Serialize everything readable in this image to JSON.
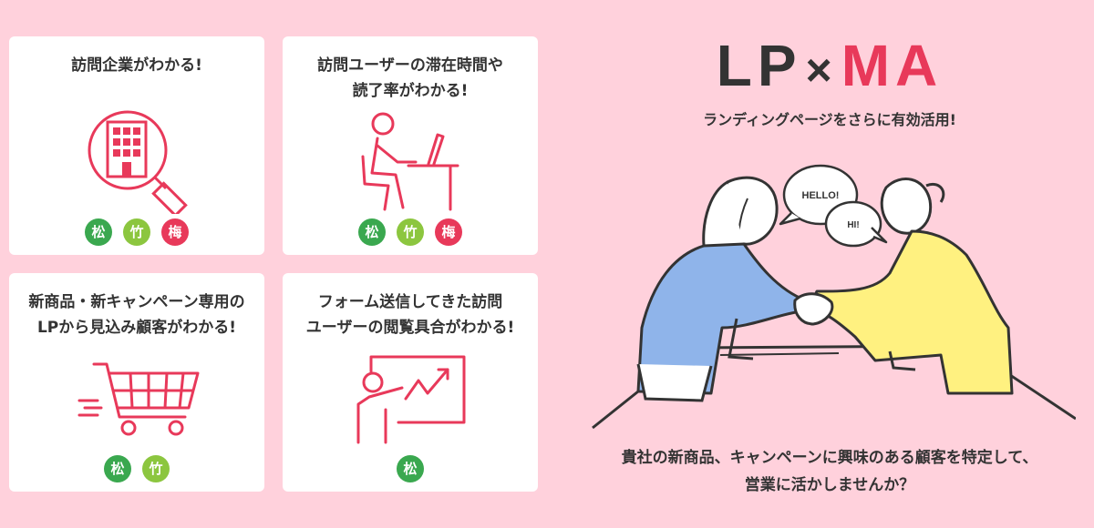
{
  "colors": {
    "background": "#ffd1dc",
    "accent": "#e8395a",
    "dark": "#333333",
    "matsu": "#3aa84f",
    "take": "#8cc63f",
    "ume": "#e8395a"
  },
  "cards": [
    {
      "title_lines": [
        "訪問企業がわかる!"
      ],
      "icon": "building-magnifier-icon",
      "badges": [
        "松",
        "竹",
        "梅"
      ]
    },
    {
      "title_lines": [
        "訪問ユーザーの滞在時間や",
        "読了率がわかる!"
      ],
      "icon": "person-at-desk-icon",
      "badges": [
        "松",
        "竹",
        "梅"
      ]
    },
    {
      "title_lines": [
        "新商品・新キャンペーン専用の",
        "LPから見込み顧客がわかる!"
      ],
      "icon": "shopping-cart-icon",
      "badges": [
        "松",
        "竹"
      ]
    },
    {
      "title_lines": [
        "フォーム送信してきた訪問",
        "ユーザーの閲覧具合がわかる!"
      ],
      "icon": "presenter-chart-icon",
      "badges": [
        "松"
      ]
    }
  ],
  "hero": {
    "title_part1": "LP",
    "title_cross": "×",
    "title_part2": "MA",
    "subtitle": "ランディングページをさらに有効活用!"
  },
  "illustration": {
    "bubble1": "HELLO!",
    "bubble2": "HI!"
  },
  "bottom": {
    "line1": "貴社の新商品、キャンペーンに興味のある顧客を特定して、",
    "line2": "営業に活かしませんか？"
  }
}
